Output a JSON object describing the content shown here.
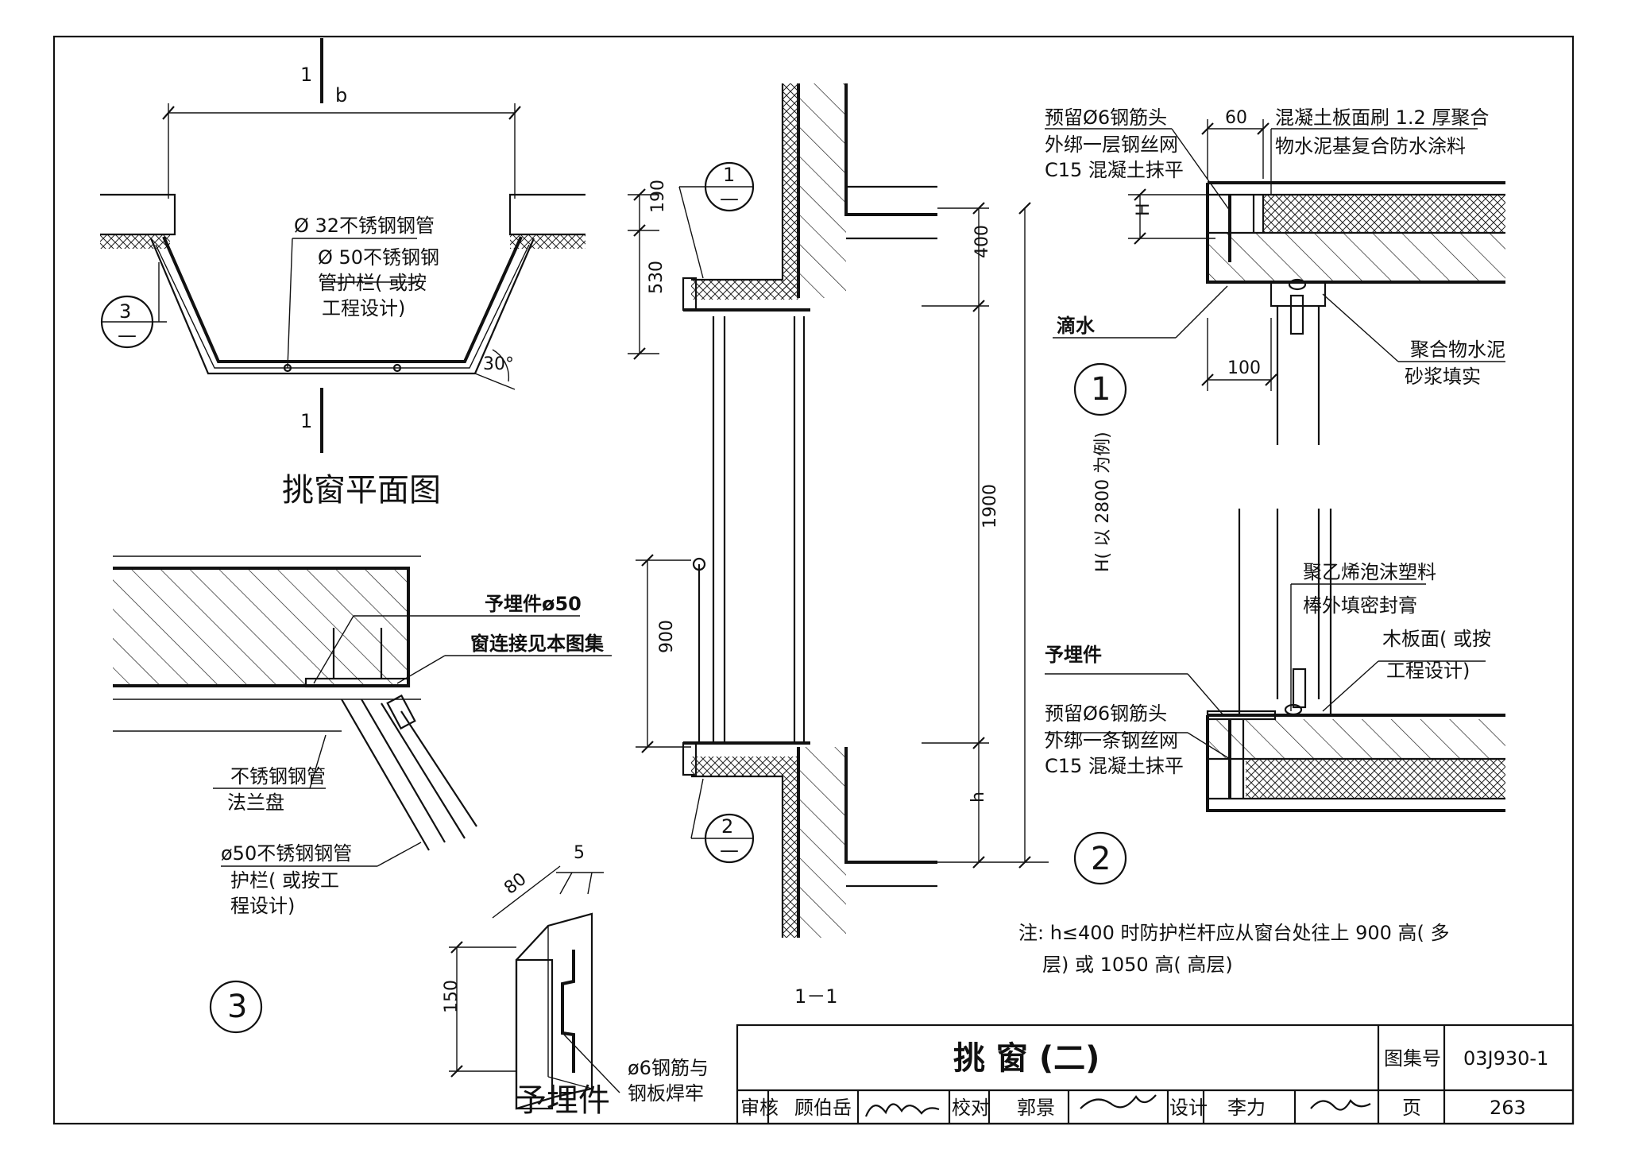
{
  "plan": {
    "title": "挑窗平面图",
    "dim_b": "b",
    "cut_top": "1",
    "cut_bottom": "1",
    "pipe32": "Ø 32不锈钢钢管",
    "pipe50_l1": "Ø 50不锈钢钢",
    "pipe50_l2": "管护栏( 或按",
    "pipe50_l3": "工程设计)",
    "angle": "30°",
    "ref3_top": "3",
    "ref3_bot": "—"
  },
  "detail3": {
    "embed": "予埋件ø50",
    "window_conn": "窗连接见本图集",
    "flange_l1": "不锈钢钢管",
    "flange_l2": "法兰盘",
    "rail_l1": "ø50不锈钢钢管",
    "rail_l2": "护栏( 或按工",
    "rail_l3": "程设计)",
    "mark": "3"
  },
  "embed_part": {
    "title": "予埋件",
    "dim80": "80",
    "dim5": "5",
    "dim150": "150",
    "weld_l1": "ø6钢筋与",
    "weld_l2": "钢板焊牢"
  },
  "section": {
    "title": "1－1",
    "d190": "190",
    "d530": "530",
    "d900": "900",
    "d400": "400",
    "d1900": "1900",
    "dH": "H( 以 2800 为例)",
    "dh": "h",
    "ref1_top": "1",
    "ref1_bot": "—",
    "ref2_top": "2",
    "ref2_bot": "—"
  },
  "detail1": {
    "mark": "1",
    "d60": "60",
    "d100": "100",
    "dH": "H",
    "l1": "预留Ø6钢筋头",
    "l2": "外绑一层钢丝网",
    "l3": "C15 混凝土抹平",
    "r1": "混凝土板面刷 1.2 厚聚合",
    "r2": "物水泥基复合防水涂料",
    "drip": "滴水",
    "fill1": "聚合物水泥",
    "fill2": "砂浆填实"
  },
  "detail2": {
    "mark": "2",
    "foam1": "聚乙烯泡沫塑料",
    "foam2": "棒外填密封膏",
    "wood1": "木板面( 或按",
    "wood2": "工程设计)",
    "embed": "予埋件",
    "l1": "预留Ø6钢筋头",
    "l2": "外绑一条钢丝网",
    "l3": "C15 混凝土抹平"
  },
  "note": {
    "line1": "注: h≤400 时防护栏杆应从窗台处往上 900 高( 多",
    "line2": "层) 或 1050 高( 高层)"
  },
  "title_block": {
    "name": "挑    窗    (二)",
    "atlas_label": "图集号",
    "atlas_no": "03J930-1",
    "review_label": "审核",
    "reviewer": "顾伯岳",
    "check_label": "校对",
    "checker": "郭景",
    "design_label": "设计",
    "designer": "李力",
    "page_label": "页",
    "page_no": "263"
  }
}
